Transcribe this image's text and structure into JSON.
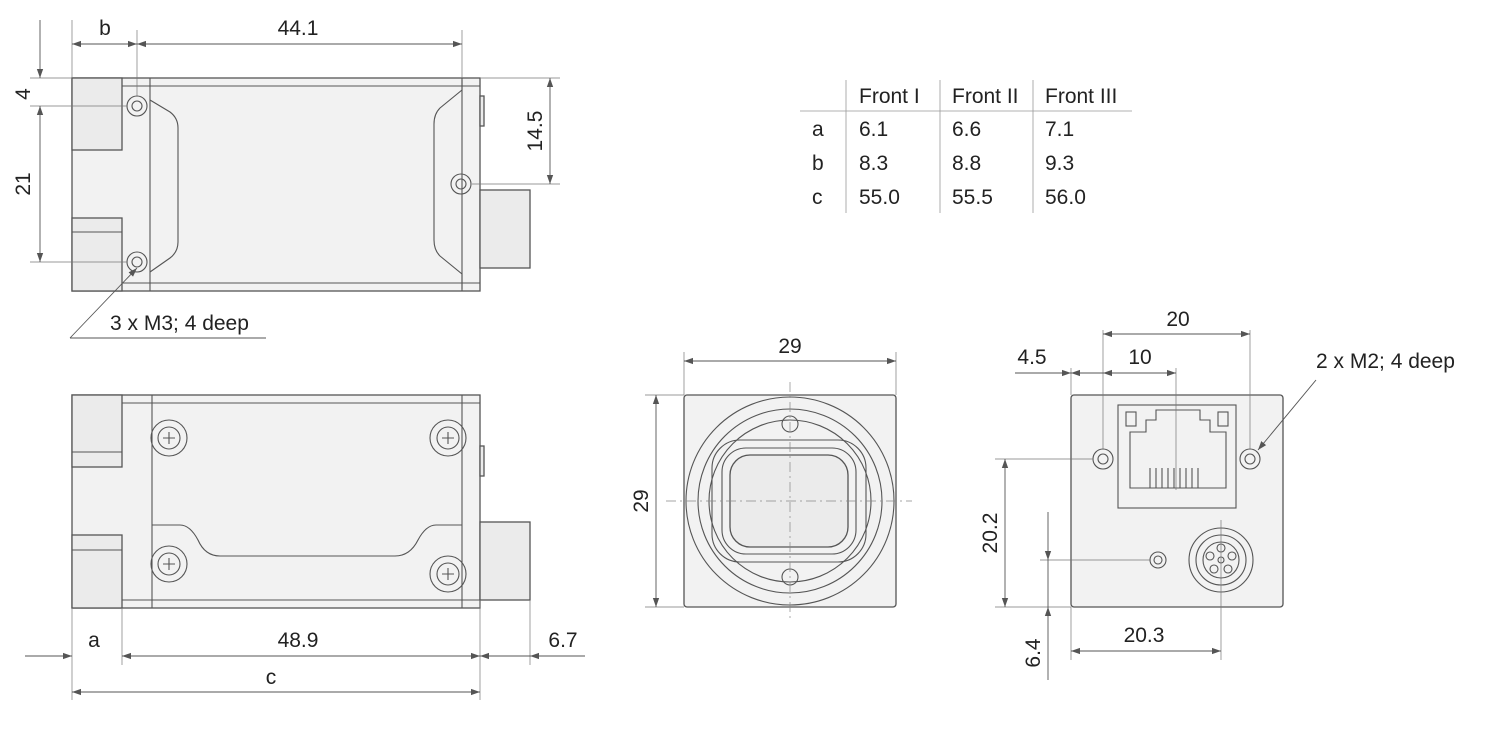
{
  "colors": {
    "line": "#555555",
    "fill": "#f2f2f2",
    "text": "#222222"
  },
  "dimensions": {
    "top_view": {
      "b": "b",
      "length": "44.1",
      "offset": "4",
      "hole_spacing": "21",
      "right_offset": "14.5",
      "thread_note": "3 x M3; 4 deep"
    },
    "side_view": {
      "a": "a",
      "length": "48.9",
      "connector": "6.7",
      "c": "c"
    },
    "front_view": {
      "width": "29",
      "height": "29"
    },
    "back_view": {
      "spacing": "20",
      "offset": "4.5",
      "rj45": "10",
      "thread_note": "2 x M2; 4 deep",
      "height": "20.2",
      "bottom": "6.4",
      "width": "20.3"
    }
  },
  "table": {
    "headers": [
      "",
      "Front I",
      "Front II",
      "Front III"
    ],
    "rows": [
      [
        "a",
        "6.1",
        "6.6",
        "7.1"
      ],
      [
        "b",
        "8.3",
        "8.8",
        "9.3"
      ],
      [
        "c",
        "55.0",
        "55.5",
        "56.0"
      ]
    ]
  }
}
